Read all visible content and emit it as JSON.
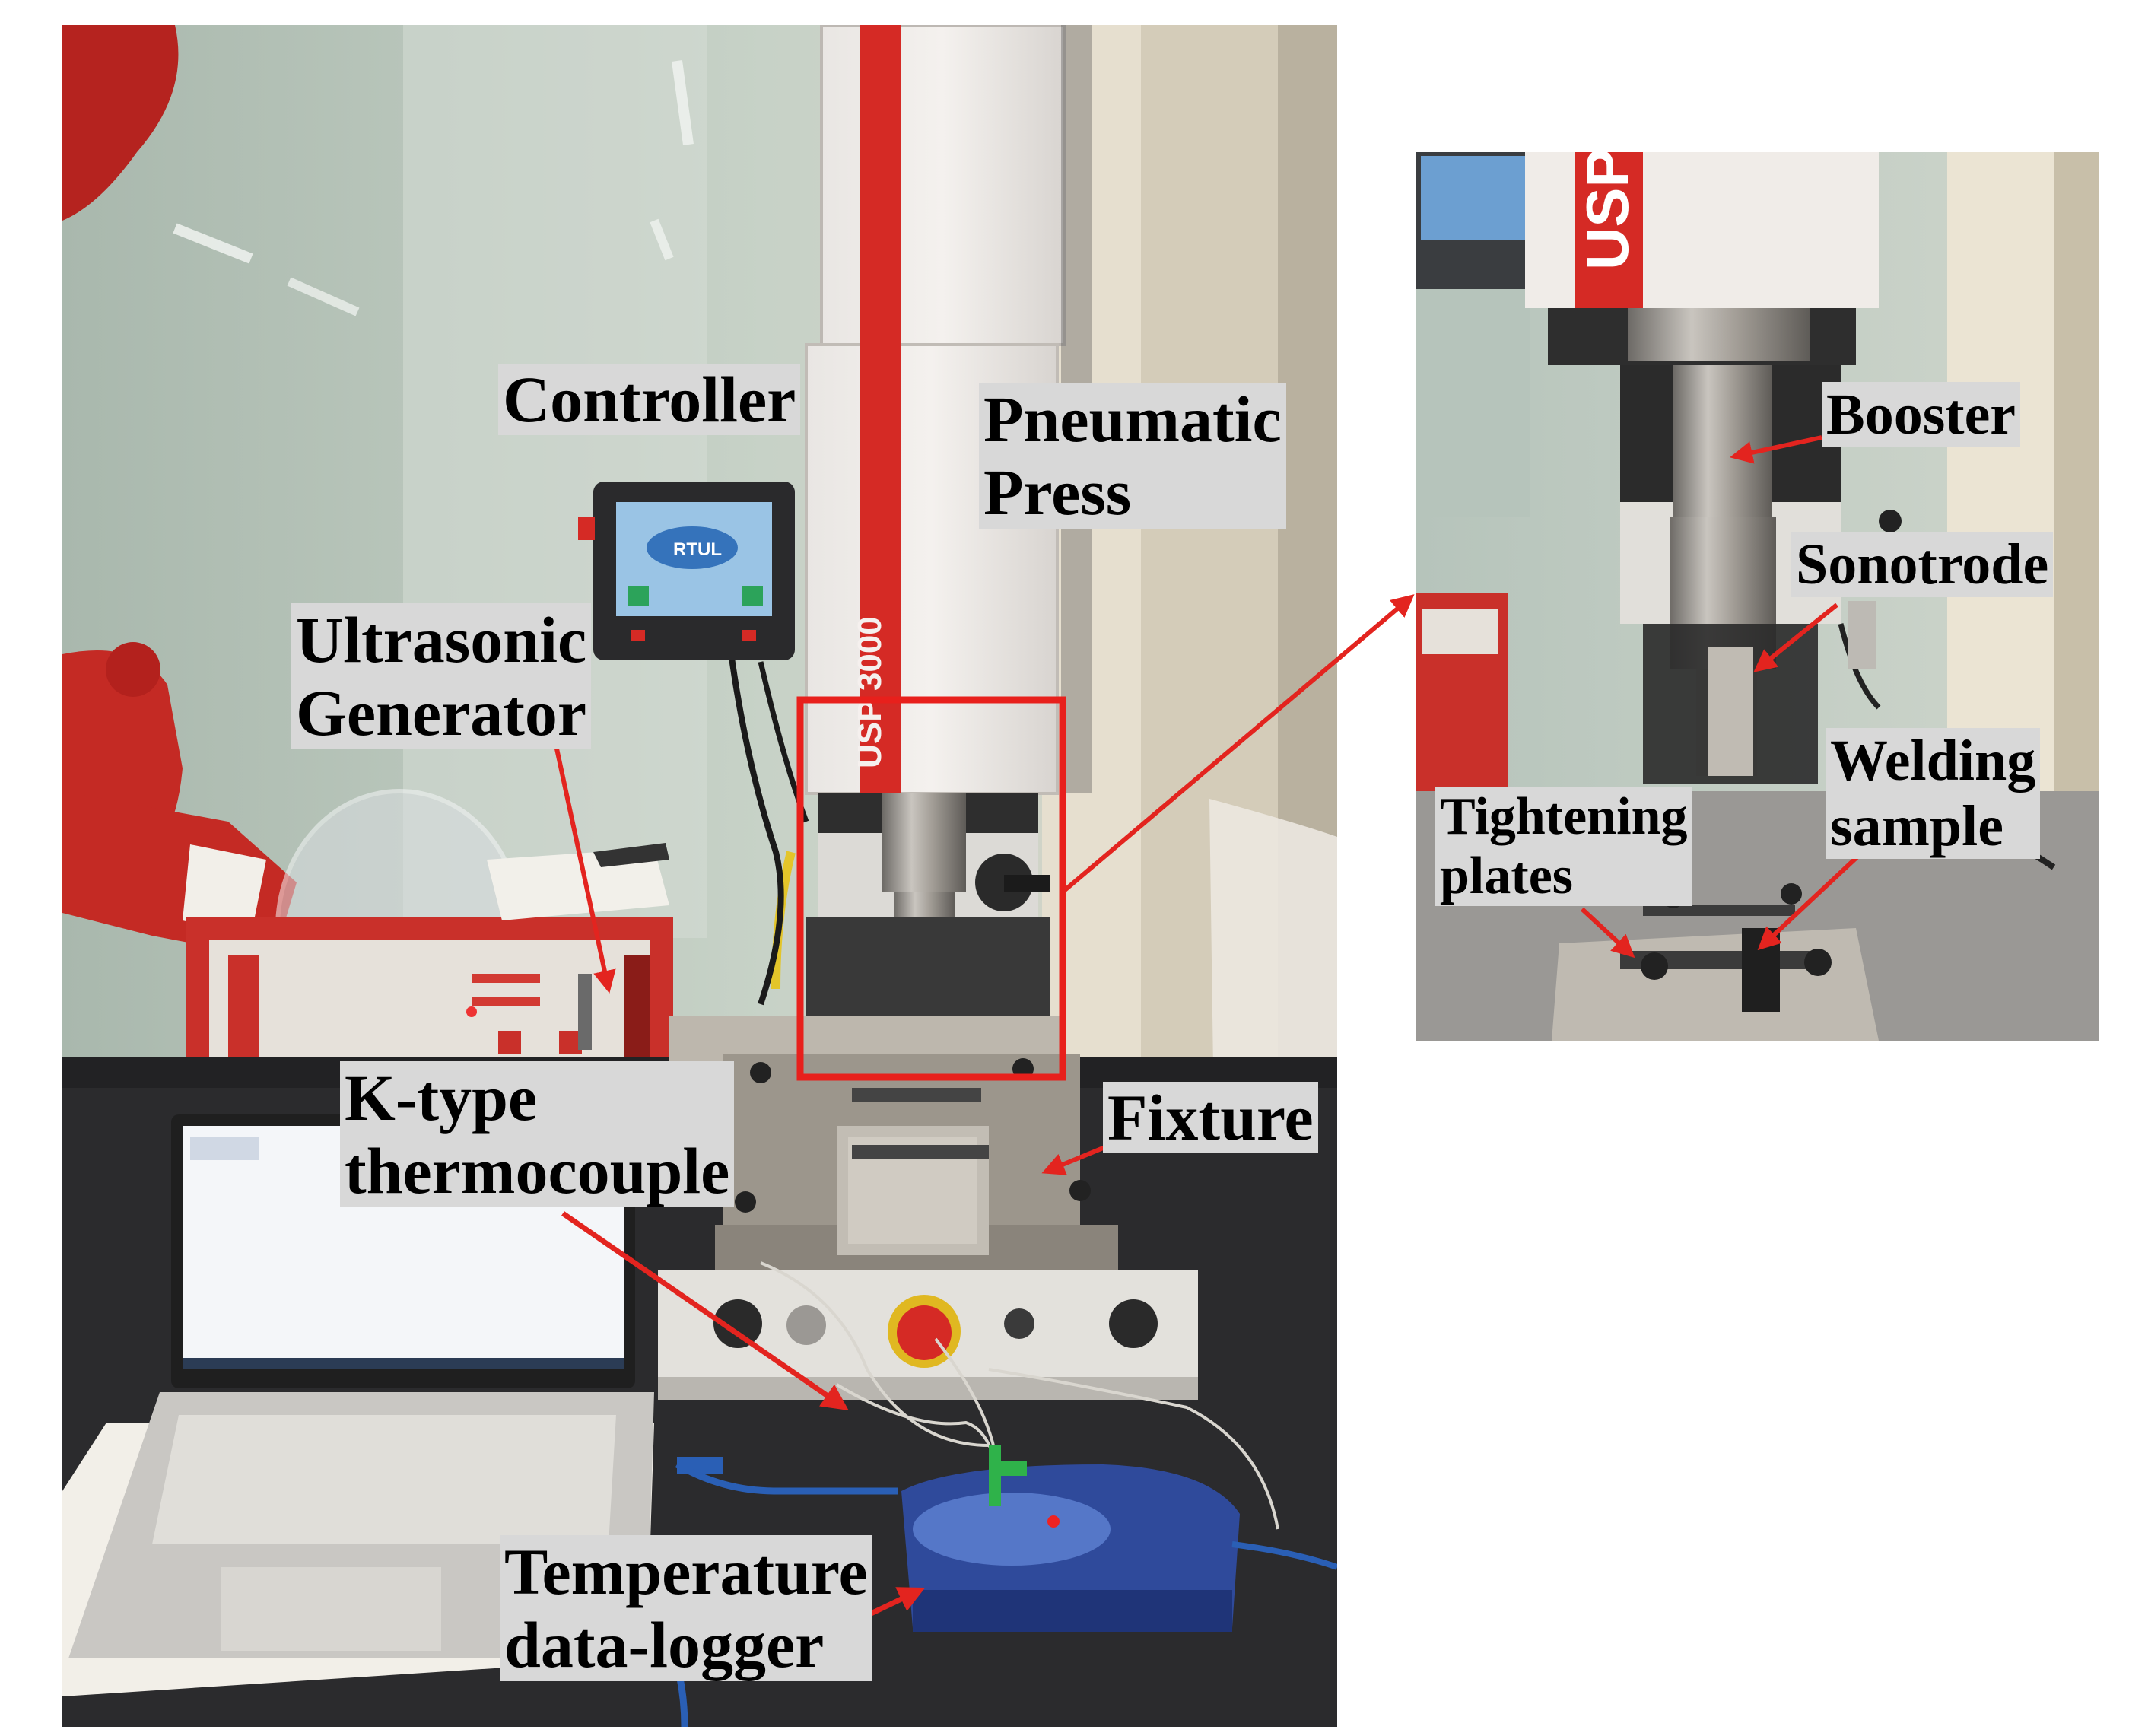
{
  "main_photo": {
    "labels": {
      "controller": "Controller",
      "pneumatic_press": [
        "Pneumatic",
        "Press"
      ],
      "ultrasonic_generator": [
        "Ultrasonic",
        "Generator"
      ],
      "fixture": "Fixture",
      "thermocouple": [
        "K-type",
        "thermocouple"
      ],
      "data_logger": [
        "Temperature",
        "data-logger"
      ]
    },
    "device_text": {
      "press_model": "USP 3000",
      "controller_logo": "RTUL"
    }
  },
  "inset_photo": {
    "labels": {
      "booster": "Booster",
      "sonotrode": "Sonotrode",
      "welding_sample": [
        "Welding",
        "sample"
      ],
      "tightening_plates": [
        "Tightening",
        "plates"
      ]
    },
    "device_text": {
      "press_model": "USP"
    }
  },
  "colors": {
    "highlight_box": "#e8201c",
    "arrow": "#e3241f",
    "label_bg": "#d8d8d8"
  }
}
